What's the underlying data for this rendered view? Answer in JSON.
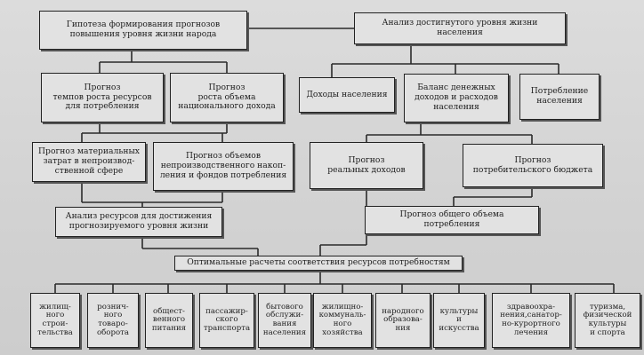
{
  "nodes": {
    "hypothesis": "Гипотеза формирования прогнозов\nповышения уровня жизни народа",
    "analysis_level": "Анализ достигнутого уровня жизни\nнаселения",
    "forecast_resources_growth": "Прогноз\nтемпов роста ресурсов\nдля потребления",
    "forecast_national_income": "Прогноз\nроста объема\nнационального дохода",
    "income": "Доходы населения",
    "balance": "Баланс денежных\nдоходов и расходов\nнаселения",
    "consumption": "Потребление\nнаселения",
    "forecast_material_costs": "Прогноз материальных\nзатрат в непроизвод-\nственной сфере",
    "forecast_nonproductive": "Прогноз объемов\nнепроизводственного накоп-\nления и фондов потребления",
    "forecast_real_income": "Прогноз\nреальных доходов",
    "forecast_consumer_budget": "Прогноз\nпотребительского бюджета",
    "analysis_resources": "Анализ ресурсов для достижения\nпрогнозируемого уровня жизни",
    "forecast_total_consumption": "Прогноз общего объема\nпотребления",
    "optimal": "Оптимальные расчеты соответствия ресурсов потребностям"
  },
  "bottom": [
    "жилищ-\nного\nстрои-\nтельства",
    "рознич-\nного\nтоваро-\nоборота",
    "общест-\nвенного\nпитания",
    "пассажир-\nского\nтранспорта",
    "бытового\nобслужи-\nвания\nнаселения",
    "жилищно-\nкоммуналь-\nного\nхозяйства",
    "народного\nобразова-\nния",
    "культуры\nи\nискусства",
    "здравоохра-\nнения,санатор-\nно-курортного\nлечения",
    "туризма,\nфизической\nкультуры\nи спорта"
  ]
}
